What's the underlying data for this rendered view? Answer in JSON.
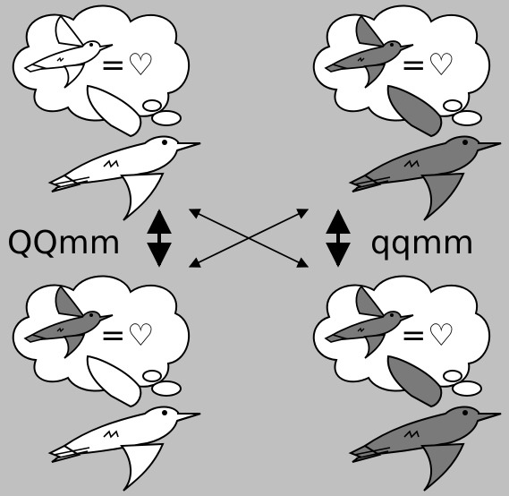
{
  "labels": {
    "left": "QQmm",
    "right": "qqmm"
  },
  "thought_text": "=",
  "heart_symbol": "♡",
  "colors": {
    "background": "#c0c0c0",
    "white_bird": "#ffffff",
    "grey_bird": "#7a7a7a",
    "ink": "#000000",
    "cloud": "#ffffff"
  },
  "panels": [
    {
      "id": "top-left",
      "self_color": "white",
      "thought_bird": "white"
    },
    {
      "id": "top-right",
      "self_color": "grey",
      "thought_bird": "grey"
    },
    {
      "id": "bottom-left",
      "self_color": "white",
      "thought_bird": "grey"
    },
    {
      "id": "bottom-right",
      "self_color": "grey",
      "thought_bird": "grey"
    }
  ]
}
